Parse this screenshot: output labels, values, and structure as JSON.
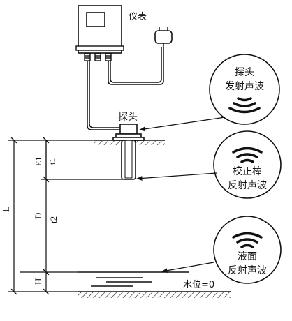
{
  "labels": {
    "meter": "仪表",
    "probe": "探头",
    "water_level": "水位=0"
  },
  "callouts": [
    {
      "line1": "探头",
      "line2": "发射声波",
      "waves": "below"
    },
    {
      "line1": "校正棒",
      "line2": "反射声波",
      "waves": "above"
    },
    {
      "line1": "液面",
      "line2": "反射声波",
      "waves": "above"
    }
  ],
  "dimensions": {
    "L": "L",
    "D": "D",
    "t2": "t2",
    "E1": "E1",
    "t1": "t1",
    "H": "H"
  },
  "colors": {
    "line": "#111111",
    "background": "#ffffff"
  }
}
